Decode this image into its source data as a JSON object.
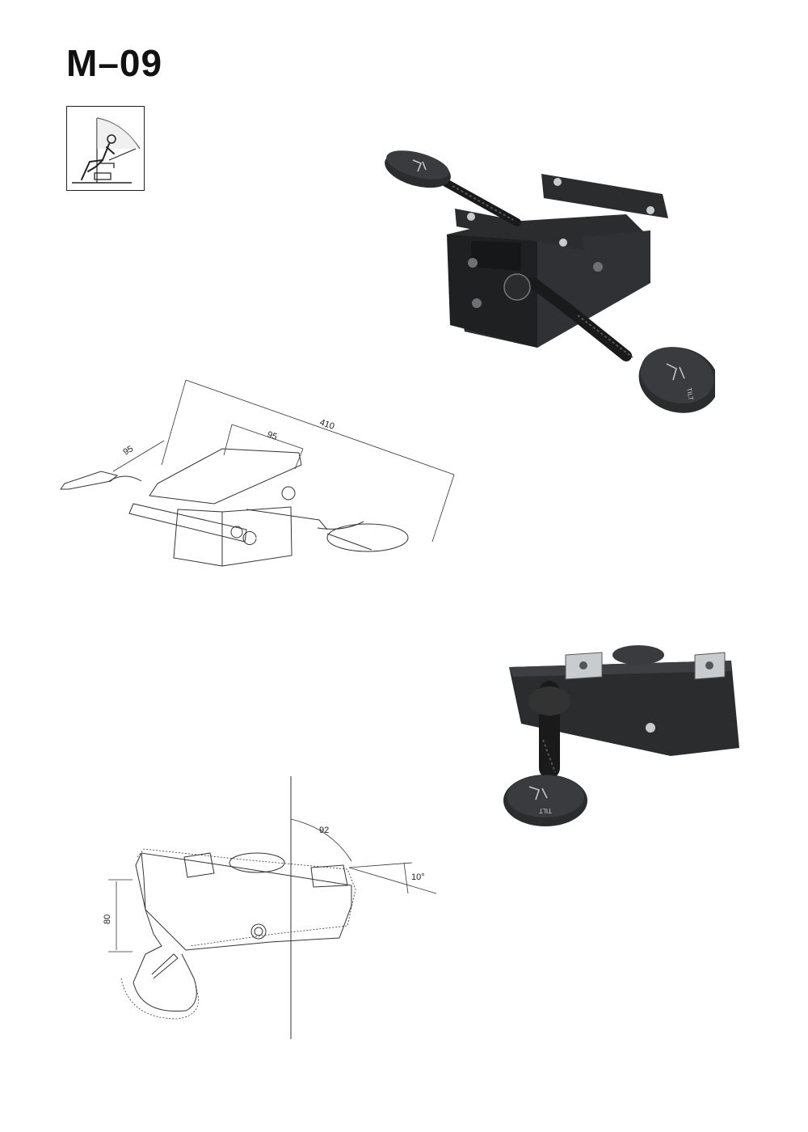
{
  "model": {
    "code": "M–09"
  },
  "icon": {
    "name": "recline-tilt-icon"
  },
  "top_drawing": {
    "dims": {
      "overall_length": "410",
      "plate_spacing": "95",
      "plate_width": "95"
    }
  },
  "bottom_drawing": {
    "dims": {
      "height": "80",
      "angle": "92",
      "tilt": "10°"
    }
  },
  "photos": {
    "lever_label": "TILT",
    "colors": {
      "metal": "#2b2c2e",
      "highlight": "#6e7074",
      "plate": "#c9ccce"
    }
  }
}
